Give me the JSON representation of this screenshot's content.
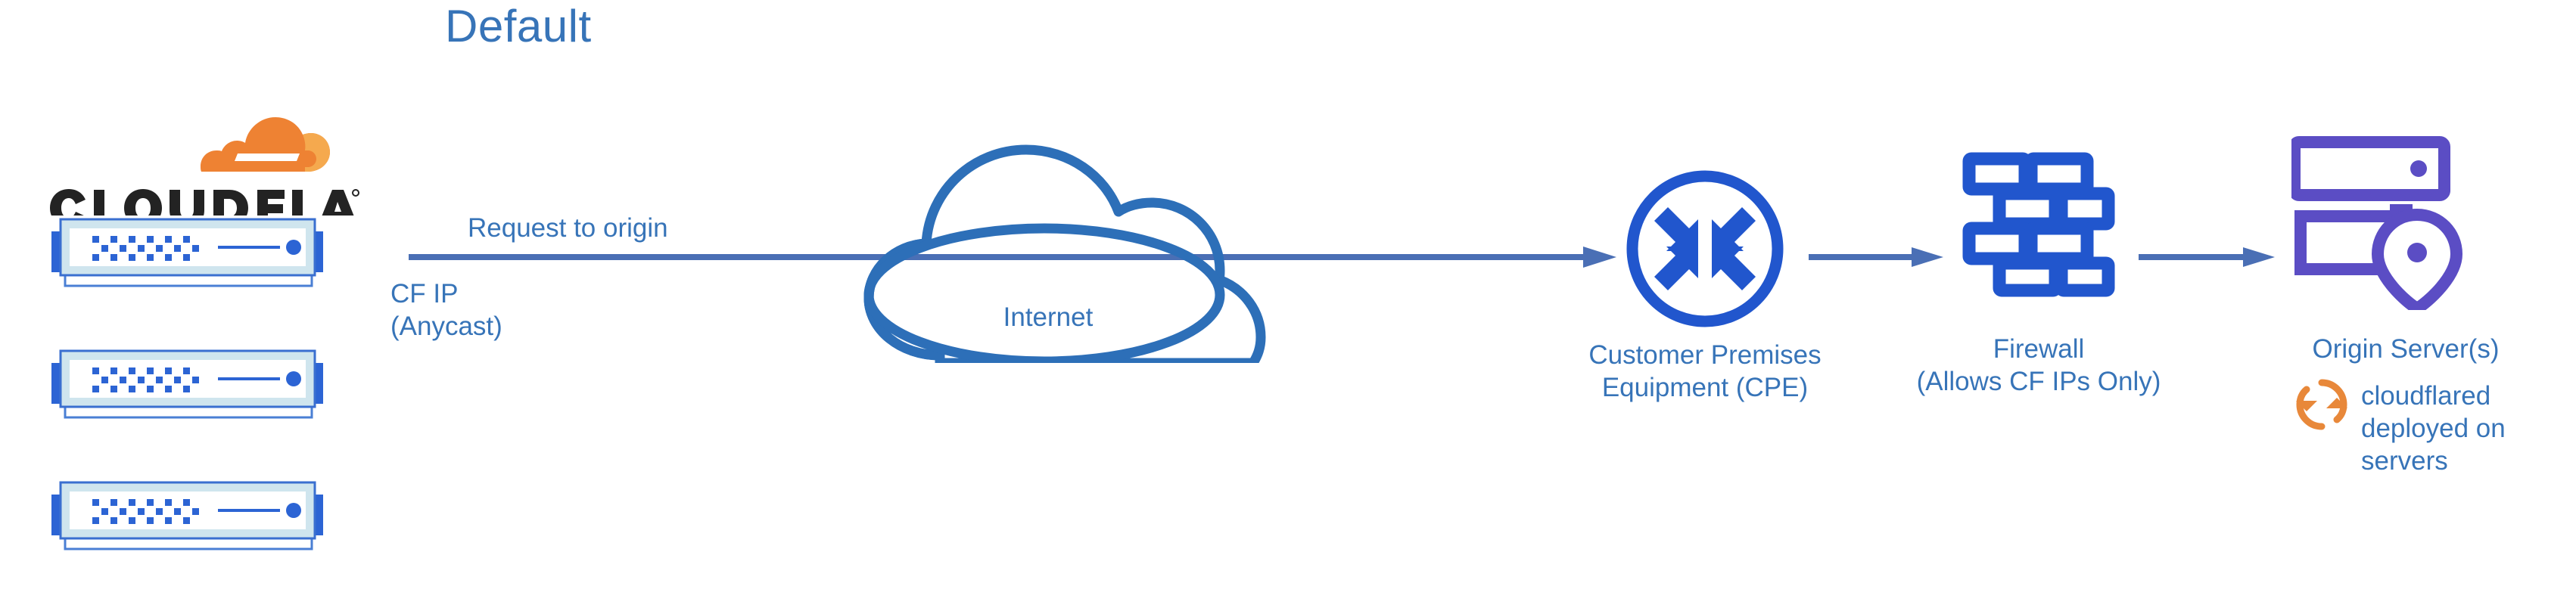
{
  "title": "Default",
  "colors": {
    "title_blue": "#3774b8",
    "label_blue": "#3774b8",
    "arrow_blue": "#4a6fb5",
    "cloud_stroke_blue": "#2d6fb8",
    "icon_blue": "#2156cd",
    "origin_purple": "#5b4dc4",
    "cloudflare_orange_dark": "#ee8233",
    "cloudflare_orange_light": "#f5a94e",
    "wordmark_black": "#232323",
    "server_frame_light": "#cfe5ee",
    "background": "#ffffff"
  },
  "brand": {
    "logo_name": "cloudflare-logo",
    "wordmark": "CLOUDFLARE",
    "trademark": "®"
  },
  "left_stack": {
    "name": "cloudflare-edge-servers",
    "count": 3,
    "items": [
      {
        "name": "cloudflare-server-1"
      },
      {
        "name": "cloudflare-server-2"
      },
      {
        "name": "cloudflare-server-3"
      }
    ]
  },
  "flow": {
    "request_label": "Request to origin",
    "cf_ip_line1": "CF IP",
    "cf_ip_line2": "(Anycast)"
  },
  "internet": {
    "label": "Internet",
    "icon": "cloud-icon"
  },
  "cpe": {
    "icon": "router-icon",
    "line1": "Customer Premises",
    "line2": "Equipment (CPE)"
  },
  "firewall": {
    "icon": "brick-wall-icon",
    "line1": "Firewall",
    "line2": "(Allows CF IPs Only)"
  },
  "origin": {
    "icon": "server-rack-with-location-pin-icon",
    "label": "Origin Server(s)",
    "note_icon": "sync-refresh-icon",
    "note_line1": "cloudflared",
    "note_line2": "deployed on",
    "note_line3": "servers"
  },
  "arrows": [
    {
      "name": "arrow-edge-to-cpe"
    },
    {
      "name": "arrow-cpe-to-firewall"
    },
    {
      "name": "arrow-firewall-to-origin"
    }
  ]
}
